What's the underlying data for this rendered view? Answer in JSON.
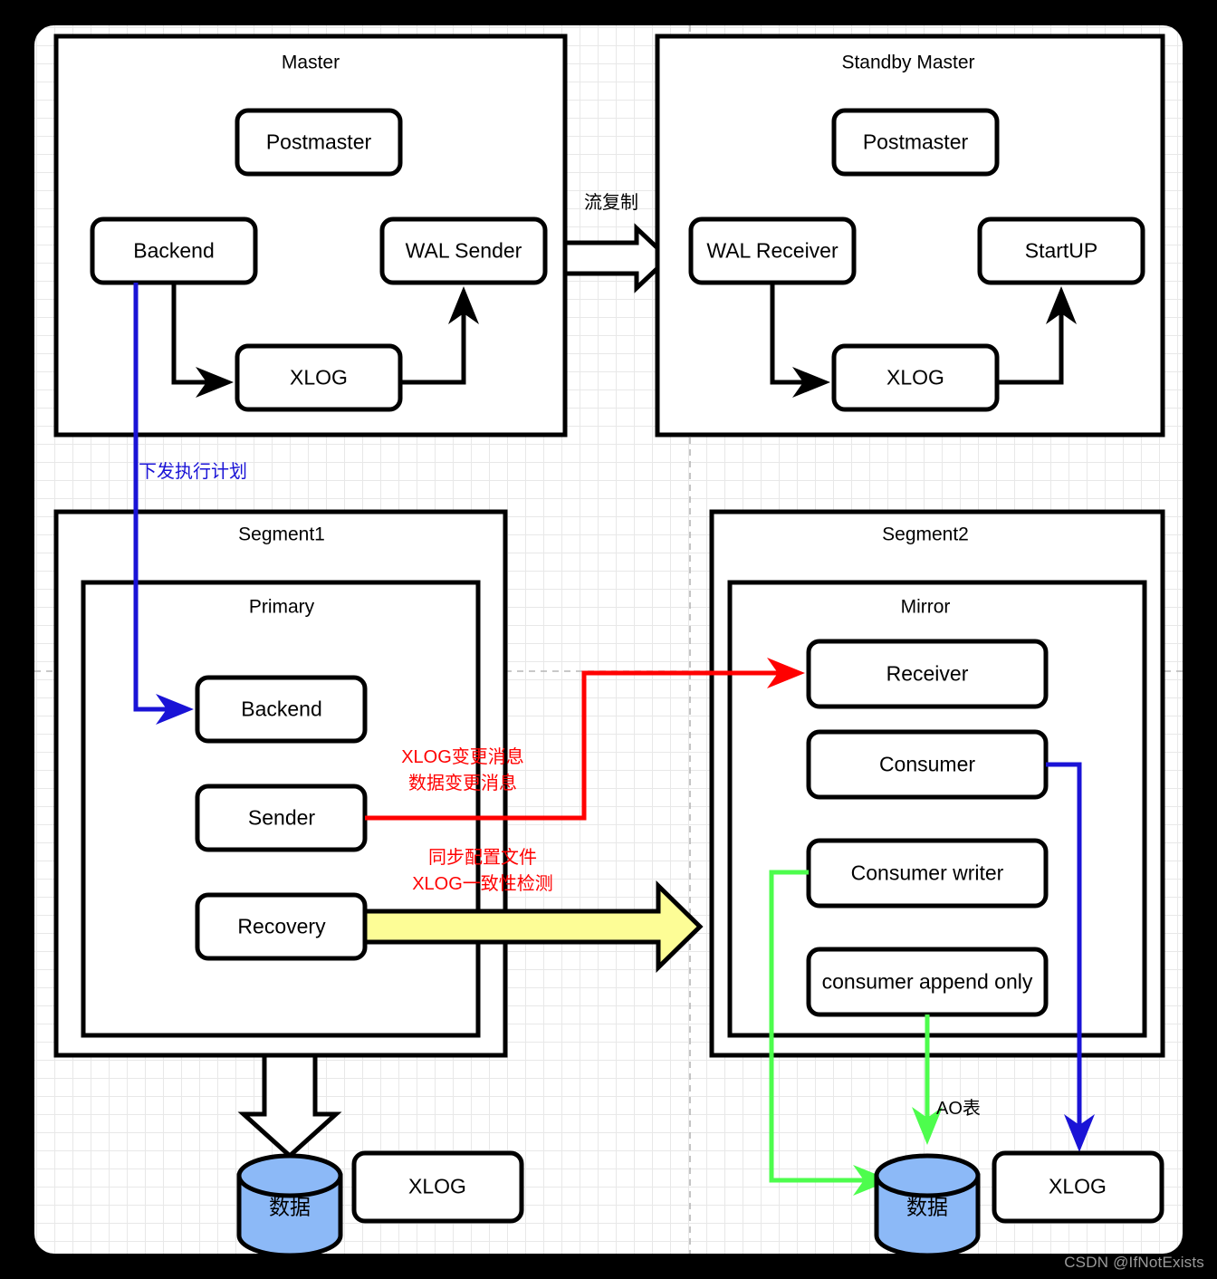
{
  "canvas": {
    "background": "#ffffff",
    "outer_background": "#000000",
    "grid_minor_color": "#e8e8e8",
    "grid_major_color": "#c9c9c9"
  },
  "colors": {
    "stroke": "#000000",
    "red": "#ff0000",
    "blue": "#1a13d6",
    "green": "#4dfd4d",
    "yellow": "#fdfd96",
    "cylinder": "#8cb9f7"
  },
  "panels": [
    {
      "id": "master",
      "label": "Master"
    },
    {
      "id": "standby_master",
      "label": "Standby Master"
    },
    {
      "id": "segment1",
      "label": "Segment1"
    },
    {
      "id": "primary",
      "label": "Primary"
    },
    {
      "id": "segment2",
      "label": "Segment2"
    },
    {
      "id": "mirror",
      "label": "Mirror"
    }
  ],
  "master": {
    "title": "Master",
    "nodes": [
      {
        "id": "master-postmaster",
        "label": "Postmaster"
      },
      {
        "id": "master-backend",
        "label": "Backend"
      },
      {
        "id": "master-wal-sender",
        "label": "WAL Sender"
      },
      {
        "id": "master-xlog",
        "label": "XLOG"
      }
    ]
  },
  "standby_master": {
    "title": "Standby Master",
    "nodes": [
      {
        "id": "standby-postmaster",
        "label": "Postmaster"
      },
      {
        "id": "standby-wal-receiver",
        "label": "WAL Receiver"
      },
      {
        "id": "standby-startup",
        "label": "StartUP"
      },
      {
        "id": "standby-xlog",
        "label": "XLOG"
      }
    ]
  },
  "segment1": {
    "title": "Segment1",
    "inner_title": "Primary",
    "nodes": [
      {
        "id": "primary-backend",
        "label": "Backend"
      },
      {
        "id": "primary-sender",
        "label": "Sender"
      },
      {
        "id": "primary-recovery",
        "label": "Recovery"
      }
    ]
  },
  "segment2": {
    "title": "Segment2",
    "inner_title": "Mirror",
    "nodes": [
      {
        "id": "mirror-receiver",
        "label": "Receiver"
      },
      {
        "id": "mirror-consumer",
        "label": "Consumer"
      },
      {
        "id": "mirror-consumer-writer",
        "label": "Consumer writer"
      },
      {
        "id": "mirror-consumer-append-only",
        "label": "consumer append only"
      }
    ]
  },
  "storage": {
    "segment1": [
      {
        "id": "seg1-data-cylinder",
        "label": "数据",
        "shape": "cylinder"
      },
      {
        "id": "seg1-xlog-box",
        "label": "XLOG",
        "shape": "rounded-rect"
      }
    ],
    "segment2": [
      {
        "id": "seg2-data-cylinder",
        "label": "数据",
        "shape": "cylinder"
      },
      {
        "id": "seg2-xlog-box",
        "label": "XLOG",
        "shape": "rounded-rect"
      }
    ]
  },
  "edge_labels": {
    "stream_replication": "流复制",
    "dispatch_plan": "下发执行计划",
    "xlog_change_msg_line1": "XLOG变更消息",
    "xlog_change_msg_line2": "数据变更消息",
    "sync_config_line1": "同步配置文件",
    "sync_config_line2": "XLOG一致性检测",
    "ao_table": "AO表"
  },
  "watermark": "CSDN @IfNotExists"
}
